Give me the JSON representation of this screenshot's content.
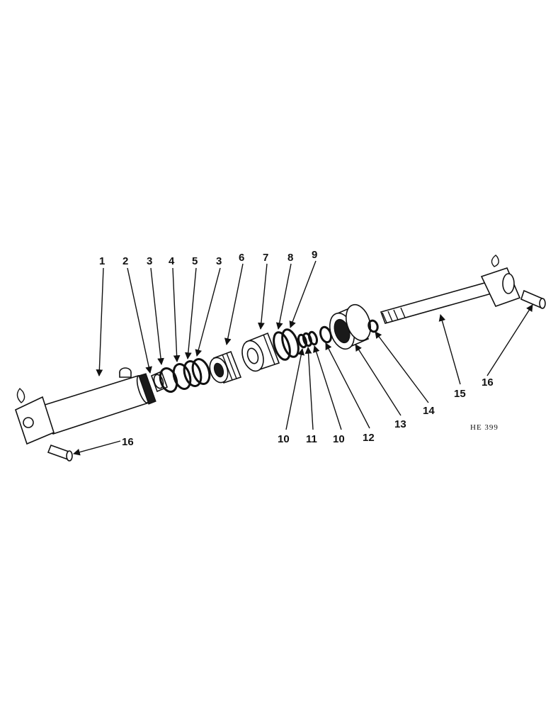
{
  "figure_code": "HE 399",
  "callouts": {
    "c1": "1",
    "c2": "2",
    "c3a": "3",
    "c4": "4",
    "c5": "5",
    "c3b": "3",
    "c6": "6",
    "c7": "7",
    "c8": "8",
    "c9": "9",
    "c10a": "10",
    "c11": "11",
    "c10b": "10",
    "c12": "12",
    "c13": "13",
    "c14": "14",
    "c15": "15",
    "c16a": "16",
    "c16b": "16"
  }
}
